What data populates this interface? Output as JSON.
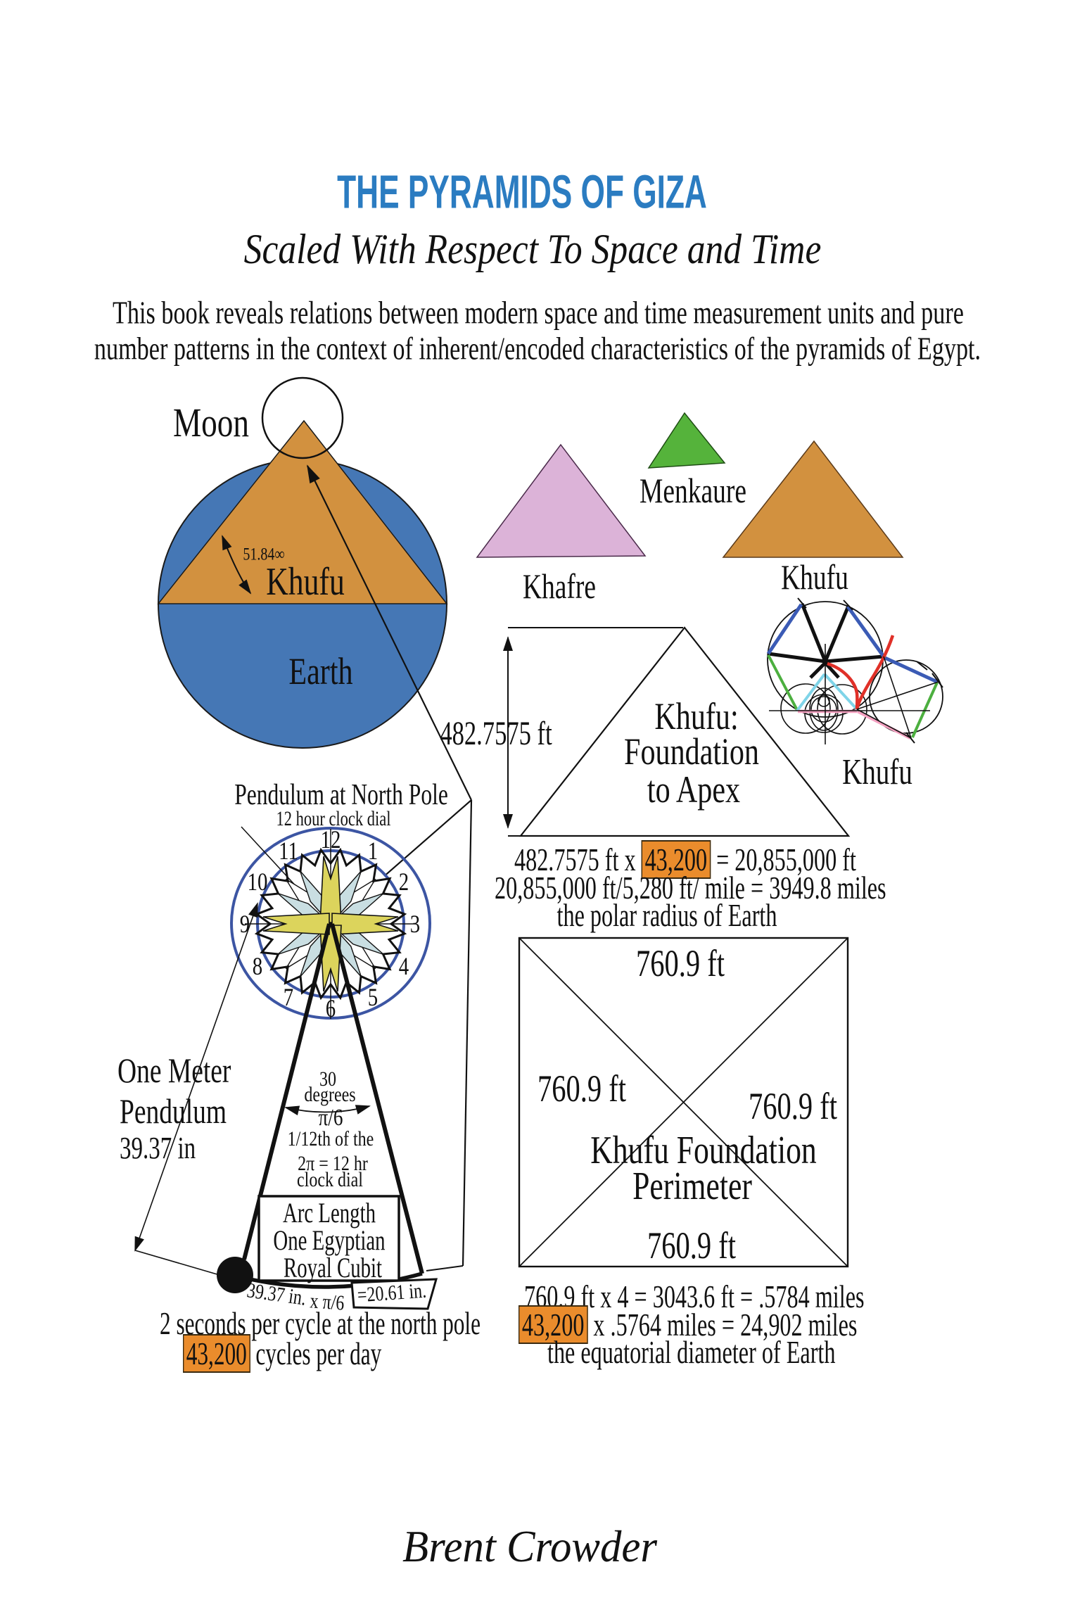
{
  "title": "THE PYRAMIDS OF GIZA",
  "subtitle": "Scaled With Respect To Space and Time",
  "intro": {
    "line1": "This book reveals relations between modern space and time measurement units and pure",
    "line2": "number patterns in the context of inherent/encoded characteristics of the pyramids of Egypt."
  },
  "earth_diagram": {
    "moon_label": "Moon",
    "angle_label": "51.84∞",
    "pyramid_label": "Khufu",
    "earth_label": "Earth"
  },
  "pyramids_row": {
    "khafre": "Khafre",
    "menkaure": "Menkaure",
    "khufu": "Khufu"
  },
  "construction": {
    "label": "Khufu"
  },
  "foundation_triangle": {
    "height_label": "482.7575 ft",
    "line1": "Khufu:",
    "line2": "Foundation",
    "line3": "to Apex"
  },
  "polar_calc": {
    "pre": "482.7575 ft x ",
    "hl": "43,200",
    "post": " = 20,855,000 ft",
    "line2": "20,855,000 ft/5,280 ft/ mile = 3949.8 miles",
    "line3": "the polar radius of Earth"
  },
  "pendulum": {
    "title": "Pendulum at North Pole",
    "subtitle": "12 hour clock dial",
    "clock_numbers": [
      "12",
      "1",
      "2",
      "3",
      "4",
      "5",
      "6",
      "7",
      "8",
      "9",
      "10",
      "11"
    ],
    "meter_line1": "One Meter",
    "meter_line2": "Pendulum",
    "meter_length": "39.37 in",
    "deg_line1": "30",
    "deg_line2": "degrees",
    "pi6": "π/6",
    "twelfth": "1/12th of the",
    "two_pi": "2π = 12 hr",
    "clock_dial": "clock dial",
    "arc_line1": "Arc Length",
    "arc_line2": "One Egyptian",
    "arc_line3": "Royal Cubit",
    "arc_calc1": "39.37 in.",
    "arc_calc2": "x π/6",
    "arc_calc3": "=20.61 in.",
    "cycle_line1": "2 seconds per cycle at the north pole",
    "cycle_hl": "43,200",
    "cycle_post": " cycles per day"
  },
  "foundation_square": {
    "top": "760.9 ft",
    "left": "760.9 ft",
    "right": "760.9 ft",
    "bottom": "760.9 ft",
    "label1": "Khufu Foundation",
    "label2": "Perimeter"
  },
  "equator_calc": {
    "line1": "760.9 ft x 4 = 3043.6 ft = .5784 miles",
    "hl": "43,200",
    "post": " x .5764 miles = 24,902 miles",
    "line3": "the equatorial diameter of Earth"
  },
  "author": "Brent Crowder",
  "colors": {
    "title_blue": "#2b7cc1",
    "earth_blue": "#4577b5",
    "pyramid_orange": "#d2913f",
    "khafre_pink": "#dcb3d8",
    "menkaure_green": "#55b33b",
    "highlight_orange": "#ea8c2c",
    "dial_ring_blue": "#3c55a3",
    "star_yellow": "#dcd45c",
    "star_blue": "#c9dee2"
  }
}
